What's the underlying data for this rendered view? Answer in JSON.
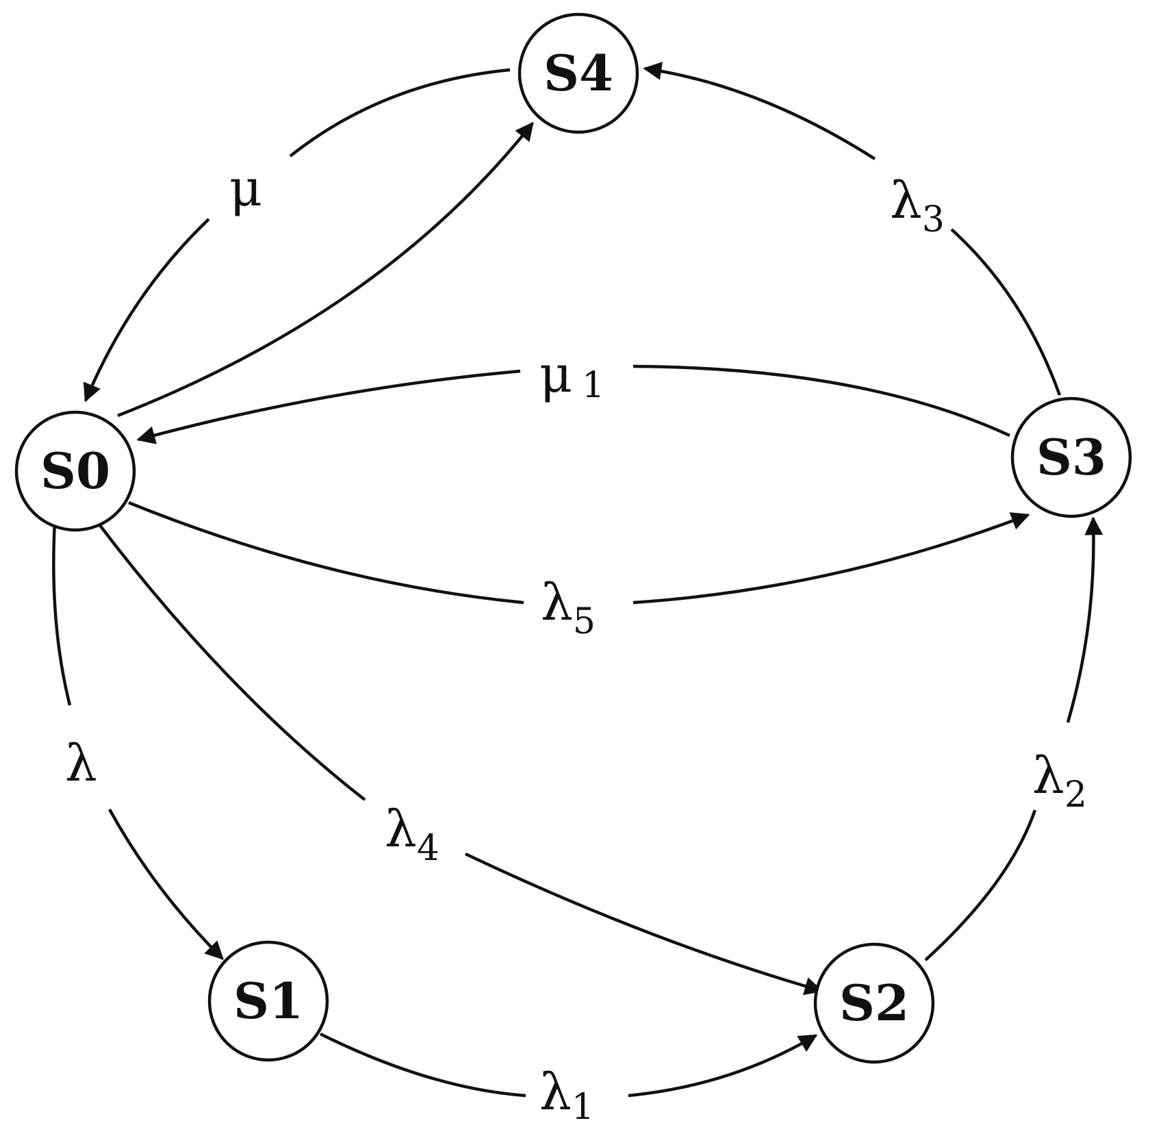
{
  "nodes": [
    {
      "id": "S0",
      "label": "S0"
    },
    {
      "id": "S1",
      "label": "S1"
    },
    {
      "id": "S2",
      "label": "S2"
    },
    {
      "id": "S3",
      "label": "S3"
    },
    {
      "id": "S4",
      "label": "S4"
    }
  ],
  "edges": [
    {
      "from": "S4",
      "to": "S0",
      "symbol": "μ",
      "subscript": ""
    },
    {
      "from": "S0",
      "to": "S4",
      "symbol": "",
      "subscript": ""
    },
    {
      "from": "S3",
      "to": "S4",
      "symbol": "λ",
      "subscript": "3"
    },
    {
      "from": "S3",
      "to": "S0",
      "symbol": "μ",
      "subscript": "1"
    },
    {
      "from": "S0",
      "to": "S3",
      "symbol": "λ",
      "subscript": "5"
    },
    {
      "from": "S0",
      "to": "S1",
      "symbol": "λ",
      "subscript": ""
    },
    {
      "from": "S0",
      "to": "S2",
      "symbol": "λ",
      "subscript": "4"
    },
    {
      "from": "S1",
      "to": "S2",
      "symbol": "λ",
      "subscript": "1"
    },
    {
      "from": "S2",
      "to": "S3",
      "symbol": "λ",
      "subscript": "2"
    }
  ]
}
